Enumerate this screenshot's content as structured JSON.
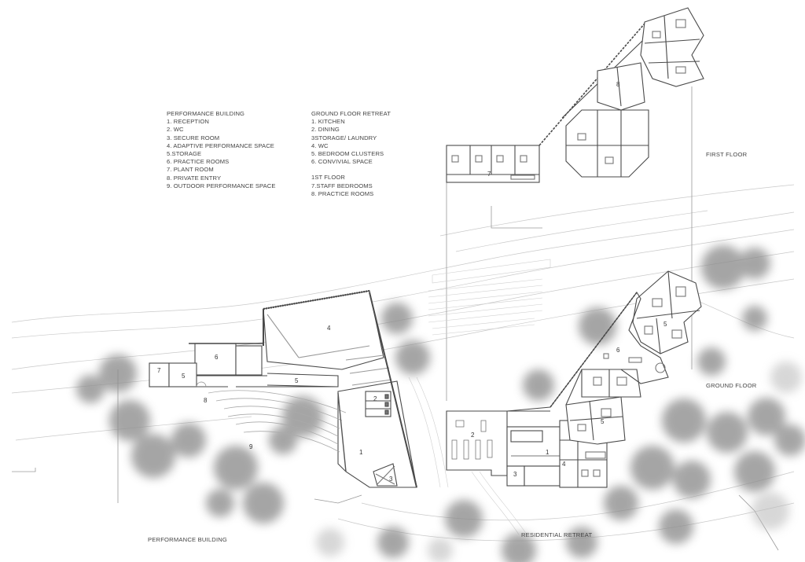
{
  "legend_performance": {
    "title": "PERFORMANCE BUILDING",
    "items": [
      "1. RECEPTION",
      "2. WC",
      "3. SECURE ROOM",
      "4. ADAPTIVE PERFORMANCE SPACE",
      "5.STORAGE",
      "6. PRACTICE ROOMS",
      "7. PLANT ROOM",
      "8. PRIVATE ENTRY",
      "9. OUTDOOR PERFORMANCE SPACE"
    ]
  },
  "legend_retreat": {
    "title": "GROUND FLOOR RETREAT",
    "items": [
      "1. KITCHEN",
      "2. DINING",
      "3STORAGE/ LAUNDRY",
      "4. WC",
      "5. BEDROOM CLUSTERS",
      "6. CONVIVIAL SPACE"
    ],
    "first_title": "1ST FLOOR",
    "first_items": [
      "7.STAFF BEDROOMS",
      "8. PRACTICE ROOMS"
    ]
  },
  "labels": {
    "first_floor": "FIRST FLOOR",
    "ground_floor": "GROUND FLOOR",
    "performance_building": "PERFORMANCE BUILDING",
    "residential_retreat": "RESIDENTIAL RETREAT"
  },
  "room_numbers": {
    "perf_1": "1",
    "perf_2": "2",
    "perf_3": "3",
    "perf_4": "4",
    "perf_5a": "5",
    "perf_5b": "5",
    "perf_6": "6",
    "perf_7": "7",
    "perf_8": "8",
    "perf_9": "9",
    "ret_1": "1",
    "ret_2": "2",
    "ret_3": "3",
    "ret_4": "4",
    "ret_5a": "5",
    "ret_5b": "5",
    "ret_6": "6",
    "ff_7": "7",
    "ff_8": "8"
  },
  "colors": {
    "line": "#555555",
    "tree": "#8a8a8a",
    "contour": "#c8c8c8"
  }
}
